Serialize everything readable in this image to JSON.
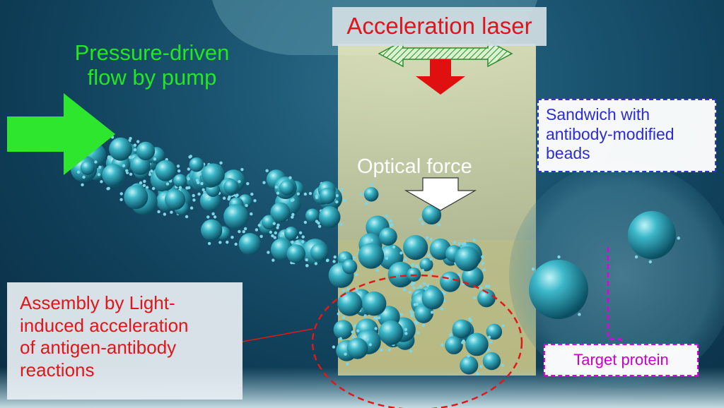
{
  "labels": {
    "acceleration_laser": "Acceleration laser",
    "pressure_flow": "Pressure-driven\nflow by pump",
    "optical_force": "Optical force",
    "sandwich": "Sandwich with\nantibody-modified\nbeads",
    "assembly": "Assembly by Light-\ninduced acceleration\nof antigen-antibody\nreactions",
    "target_protein": "Target protein"
  },
  "colors": {
    "laser_text": "#e0151b",
    "flow_arrow": "#2ee62e",
    "laser_arrow": "#e01010",
    "optical_arrow": "#ffffff",
    "sandwich_border": "#3333cc",
    "target_border": "#e000e0",
    "bead": "#2aa7b8",
    "ellipse": "#e01818"
  },
  "icons": {
    "flow": "green-right-arrow-icon",
    "laser": "red-down-arrow-icon",
    "scan": "hatched-double-arrow-icon",
    "optical": "white-down-arrow-icon"
  }
}
